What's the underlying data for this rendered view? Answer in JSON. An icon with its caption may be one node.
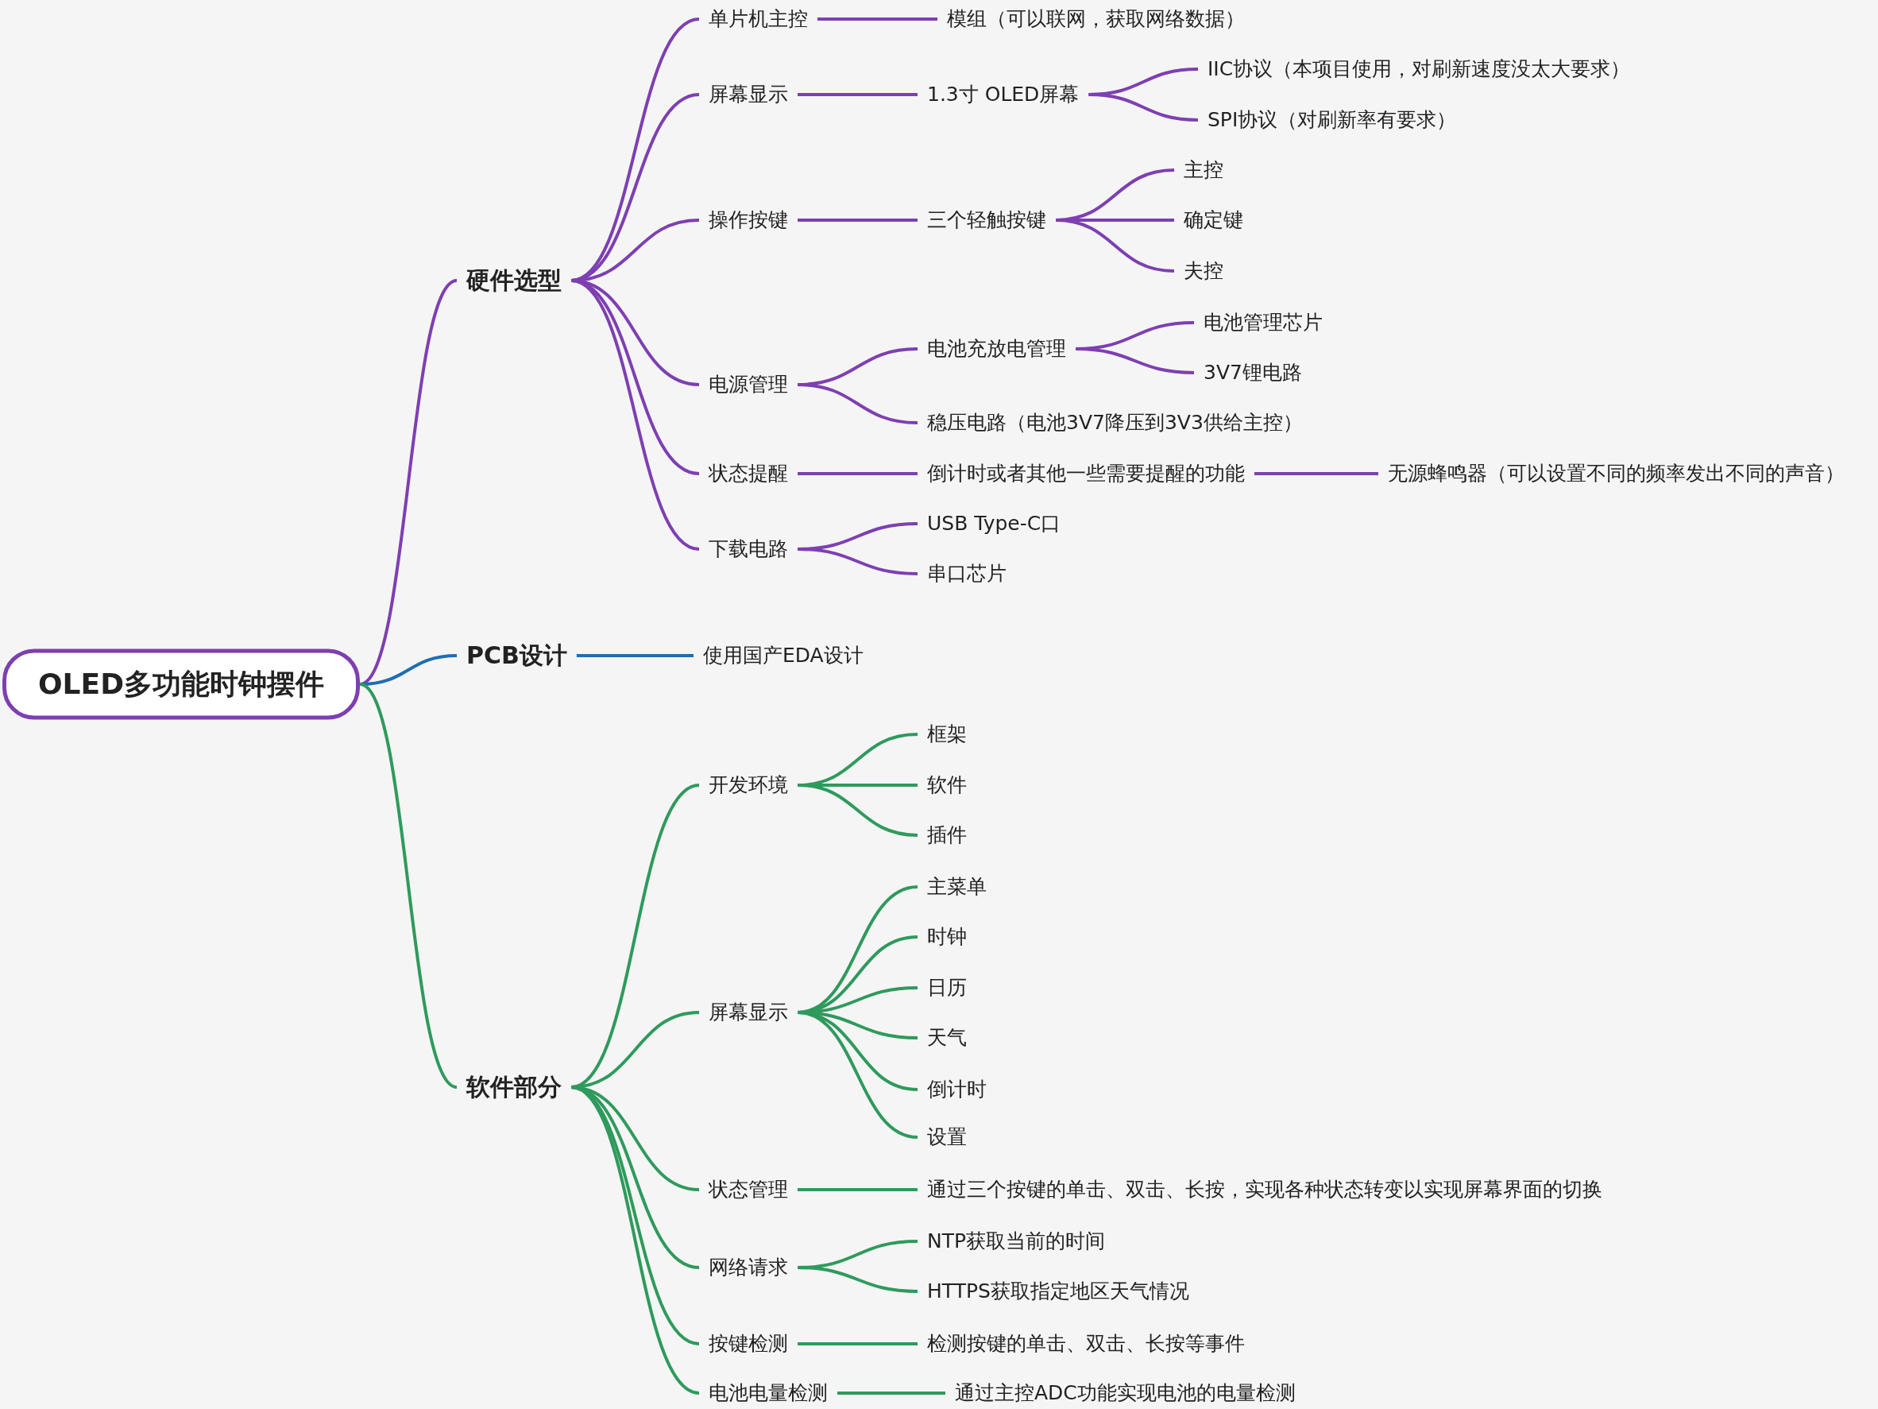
{
  "diagram": {
    "nodes": [
      {
        "text": [
          "OLED多功能时钟摆件"
        ]
      },
      {
        "text": [
          "硬件选型"
        ]
      },
      {
        "text": [
          "单片机主控"
        ]
      },
      {
        "text": [
          "模组（可以联网，获取网络数据）"
        ]
      },
      {
        "text": [
          "屏幕显示"
        ]
      },
      {
        "text": [
          "1.3寸 OLED屏幕"
        ]
      },
      {
        "text": [
          "IIC协议（本项目使用，对刷新速度没太大要求）"
        ]
      },
      {
        "text": [
          "SPI协议（对刷新率有要求）"
        ]
      },
      {
        "text": [
          "操作按键"
        ]
      },
      {
        "text": [
          "三个轻触按键"
        ]
      },
      {
        "text": [
          "主控"
        ]
      },
      {
        "text": [
          "确定键"
        ]
      },
      {
        "text": [
          "夫控"
        ]
      },
      {
        "text": [
          "电源管理"
        ]
      },
      {
        "text": [
          "电池充放电管理"
        ]
      },
      {
        "text": [
          "电池管理芯片"
        ]
      },
      {
        "text": [
          "3V7锂电路"
        ]
      },
      {
        "text": [
          "稳压电路（电池3V7降压到3V3供给主控）"
        ]
      },
      {
        "text": [
          "状态提醒"
        ]
      },
      {
        "text": [
          "倒计时或者其他一些需要提醒的功能"
        ]
      },
      {
        "text": [
          "无源蜂鸣器（可以设置不同的频率发出不同的声音）"
        ]
      },
      {
        "text": [
          "下载电路"
        ]
      },
      {
        "text": [
          "USB Type-C口"
        ]
      },
      {
        "text": [
          "串口芯片"
        ]
      },
      {
        "text": [
          "PCB设计"
        ]
      },
      {
        "text": [
          "使用国产EDA设计"
        ]
      },
      {
        "text": [
          "软件部分"
        ]
      },
      {
        "text": [
          "开发环境"
        ]
      },
      {
        "text": [
          "框架"
        ]
      },
      {
        "text": [
          "软件"
        ]
      },
      {
        "text": [
          "插件"
        ]
      },
      {
        "text": [
          "屏幕显示"
        ]
      },
      {
        "text": [
          "主菜单"
        ]
      },
      {
        "text": [
          "时钟"
        ]
      },
      {
        "text": [
          "日历"
        ]
      },
      {
        "text": [
          "天气"
        ]
      },
      {
        "text": [
          "倒计时"
        ]
      },
      {
        "text": [
          "设置"
        ]
      },
      {
        "text": [
          "状态管理"
        ]
      },
      {
        "text": [
          "通过三个按键的单击、双击、长按，实现各种状态转变以实现屏幕界面的切换"
        ]
      },
      {
        "text": [
          "网络请求"
        ]
      },
      {
        "text": [
          "NTP获取当前的时间"
        ]
      },
      {
        "text": [
          "HTTPS获取指定地区天气情况"
        ]
      },
      {
        "text": [
          "按键检测"
        ]
      },
      {
        "text": [
          "检测按键的单击、双击、长按等事件"
        ]
      },
      {
        "text": [
          "电池电量检测"
        ]
      },
      {
        "text": [
          "通过主控ADC功能实现电池的电量检测"
        ]
      }
    ],
    "edges": [
      {
        "from": 0,
        "to": 1,
        "arrow": "none"
      },
      {
        "from": 1,
        "to": 2,
        "arrow": "none"
      },
      {
        "from": 2,
        "to": 3,
        "arrow": "none"
      },
      {
        "from": 1,
        "to": 4,
        "arrow": "none"
      },
      {
        "from": 4,
        "to": 5,
        "arrow": "none"
      },
      {
        "from": 5,
        "to": 6,
        "arrow": "none"
      },
      {
        "from": 5,
        "to": 7,
        "arrow": "none"
      },
      {
        "from": 1,
        "to": 8,
        "arrow": "none"
      },
      {
        "from": 8,
        "to": 9,
        "arrow": "none"
      },
      {
        "from": 9,
        "to": 10,
        "arrow": "none"
      },
      {
        "from": 9,
        "to": 11,
        "arrow": "none"
      },
      {
        "from": 9,
        "to": 12,
        "arrow": "none"
      },
      {
        "from": 1,
        "to": 13,
        "arrow": "none"
      },
      {
        "from": 13,
        "to": 14,
        "arrow": "none"
      },
      {
        "from": 14,
        "to": 15,
        "arrow": "none"
      },
      {
        "from": 14,
        "to": 16,
        "arrow": "none"
      },
      {
        "from": 13,
        "to": 17,
        "arrow": "none"
      },
      {
        "from": 1,
        "to": 18,
        "arrow": "none"
      },
      {
        "from": 18,
        "to": 19,
        "arrow": "none"
      },
      {
        "from": 19,
        "to": 20,
        "arrow": "none"
      },
      {
        "from": 1,
        "to": 21,
        "arrow": "none"
      },
      {
        "from": 21,
        "to": 22,
        "arrow": "none"
      },
      {
        "from": 21,
        "to": 23,
        "arrow": "none"
      },
      {
        "from": 0,
        "to": 24,
        "arrow": "none",
        "color": "#1f6db3"
      },
      {
        "from": 24,
        "to": 25,
        "arrow": "none",
        "color": "#1f6db3"
      },
      {
        "from": 0,
        "to": 26,
        "arrow": "none",
        "color": "#2e9a5c"
      },
      {
        "from": 26,
        "to": 27,
        "arrow": "none",
        "color": "#2e9a5c"
      },
      {
        "from": 27,
        "to": 28,
        "arrow": "none",
        "color": "#2e9a5c"
      },
      {
        "from": 27,
        "to": 29,
        "arrow": "none",
        "color": "#2e9a5c"
      },
      {
        "from": 27,
        "to": 30,
        "arrow": "none",
        "color": "#2e9a5c"
      },
      {
        "from": 26,
        "to": 31,
        "arrow": "none",
        "color": "#2e9a5c"
      },
      {
        "from": 31,
        "to": 32,
        "arrow": "none",
        "color": "#2e9a5c"
      },
      {
        "from": 31,
        "to": 33,
        "arrow": "none",
        "color": "#2e9a5c"
      },
      {
        "from": 31,
        "to": 34,
        "arrow": "none",
        "color": "#2e9a5c"
      },
      {
        "from": 31,
        "to": 35,
        "arrow": "none",
        "color": "#2e9a5c"
      },
      {
        "from": 31,
        "to": 36,
        "arrow": "none",
        "color": "#2e9a5c"
      },
      {
        "from": 31,
        "to": 37,
        "arrow": "none",
        "color": "#2e9a5c"
      },
      {
        "from": 26,
        "to": 38,
        "arrow": "none",
        "color": "#2e9a5c"
      },
      {
        "from": 38,
        "to": 39,
        "arrow": "none",
        "color": "#2e9a5c"
      },
      {
        "from": 26,
        "to": 40,
        "arrow": "none",
        "color": "#2e9a5c"
      },
      {
        "from": 40,
        "to": 41,
        "arrow": "none",
        "color": "#2e9a5c"
      },
      {
        "from": 40,
        "to": 42,
        "arrow": "none",
        "color": "#2e9a5c"
      },
      {
        "from": 26,
        "to": 43,
        "arrow": "none",
        "color": "#2e9a5c"
      },
      {
        "from": 43,
        "to": 44,
        "arrow": "none",
        "color": "#2e9a5c"
      },
      {
        "from": 26,
        "to": 45,
        "arrow": "none",
        "color": "#2e9a5c"
      },
      {
        "from": 45,
        "to": 46,
        "arrow": "none",
        "color": "#2e9a5c"
      }
    ]
  }
}
